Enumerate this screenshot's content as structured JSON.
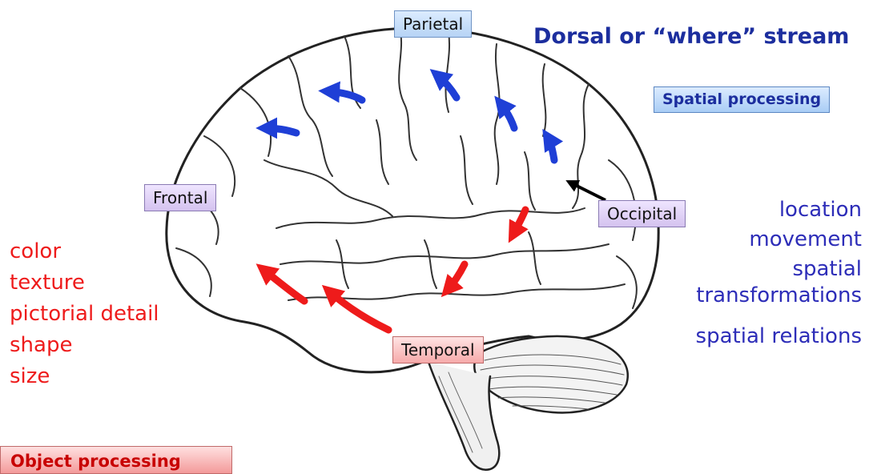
{
  "lobes": {
    "parietal": "Parietal",
    "frontal": "Frontal",
    "occipital": "Occipital",
    "temporal": "Temporal"
  },
  "dorsal_stream": {
    "title": "Dorsal or “where” stream",
    "processing_label": "Spatial processing",
    "attributes": [
      "location",
      "movement",
      "spatial transformations",
      "spatial relations"
    ]
  },
  "ventral_stream": {
    "processing_label": "Object processing",
    "attributes": [
      "color",
      "texture",
      "pictorial detail",
      "shape",
      "size"
    ]
  },
  "colors": {
    "dorsal": "#1f3fd6",
    "ventral": "#ee1b1b",
    "occipital_pointer": "#000000"
  }
}
